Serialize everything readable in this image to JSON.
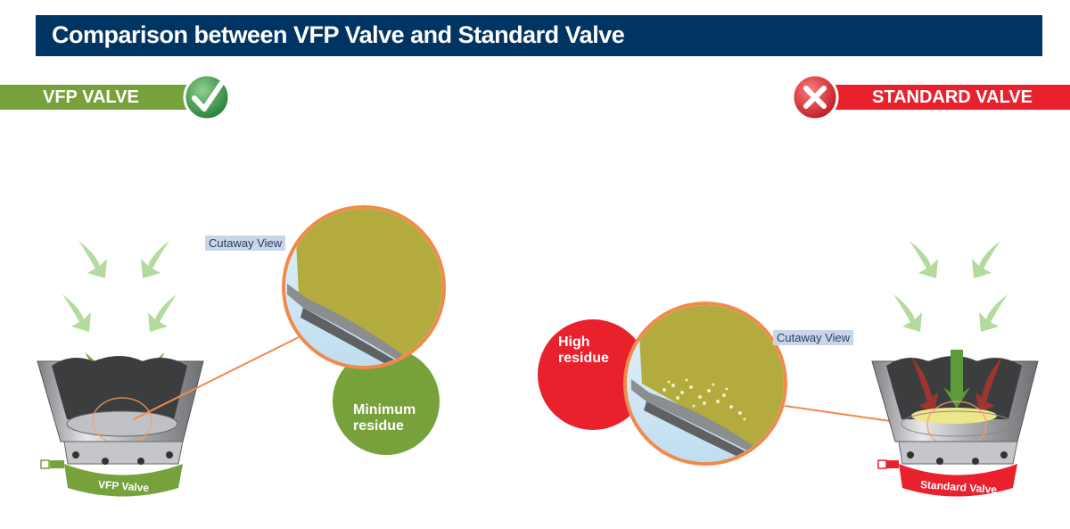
{
  "header": {
    "title": "Comparison between VFP Valve and Standard Valve"
  },
  "vfp": {
    "banner_label": "VFP VALVE",
    "status_icon": "check-icon",
    "cutaway_label": "Cutaway View",
    "residue_label_line1": "Minimum",
    "residue_label_line2": "residue",
    "valve_label": "VFP Valve",
    "color": "#76a13b"
  },
  "standard": {
    "banner_label": "STANDARD VALVE",
    "status_icon": "cross-icon",
    "cutaway_label": "Cutaway View",
    "residue_label_line1": "High",
    "residue_label_line2": "residue",
    "valve_label": "Standard Valve",
    "color": "#e9212d"
  }
}
